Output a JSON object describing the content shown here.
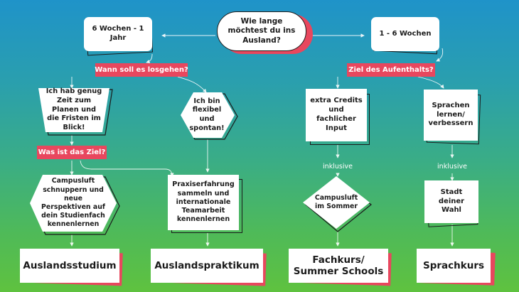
{
  "question": "Wie lange möchtest du ins Ausland?",
  "option_long": "6 Wochen - 1 Jahr",
  "option_short": "1 - 6 Wochen",
  "tag_when": "Wann soll es losgehen?",
  "tag_goal_stay": "Ziel des Aufenthalts?",
  "tag_goal": "Was ist das Ziel?",
  "plan_ahead": "Ich hab genug Zeit zum Planen und die Fristen im Blick!",
  "flexible": "Ich bin flexibel und spontan!",
  "credits": "extra Credits und fachlicher Input",
  "languages": "Sprachen lernen/ verbessern",
  "inclusive_1": "inklusive",
  "inclusive_2": "inklusive",
  "campus_try": "Campusluft schnuppern und neue Perspektiven auf dein Studienfach kennenlernen",
  "practice": "Praxiserfahrung sammeln und internationale Teamarbeit kennenlernen",
  "campus_summer": "Campusluft im Sommer",
  "city": "Stadt deiner Wahl",
  "result_study": "Auslandsstudium",
  "result_internship": "Auslandspraktikum",
  "result_summer": "Fachkurs/ Summer Schools",
  "result_language": "Sprachkurs",
  "colors": {
    "accent": "#e8475e",
    "box": "#ffffff",
    "ink": "#1b1b1b"
  }
}
